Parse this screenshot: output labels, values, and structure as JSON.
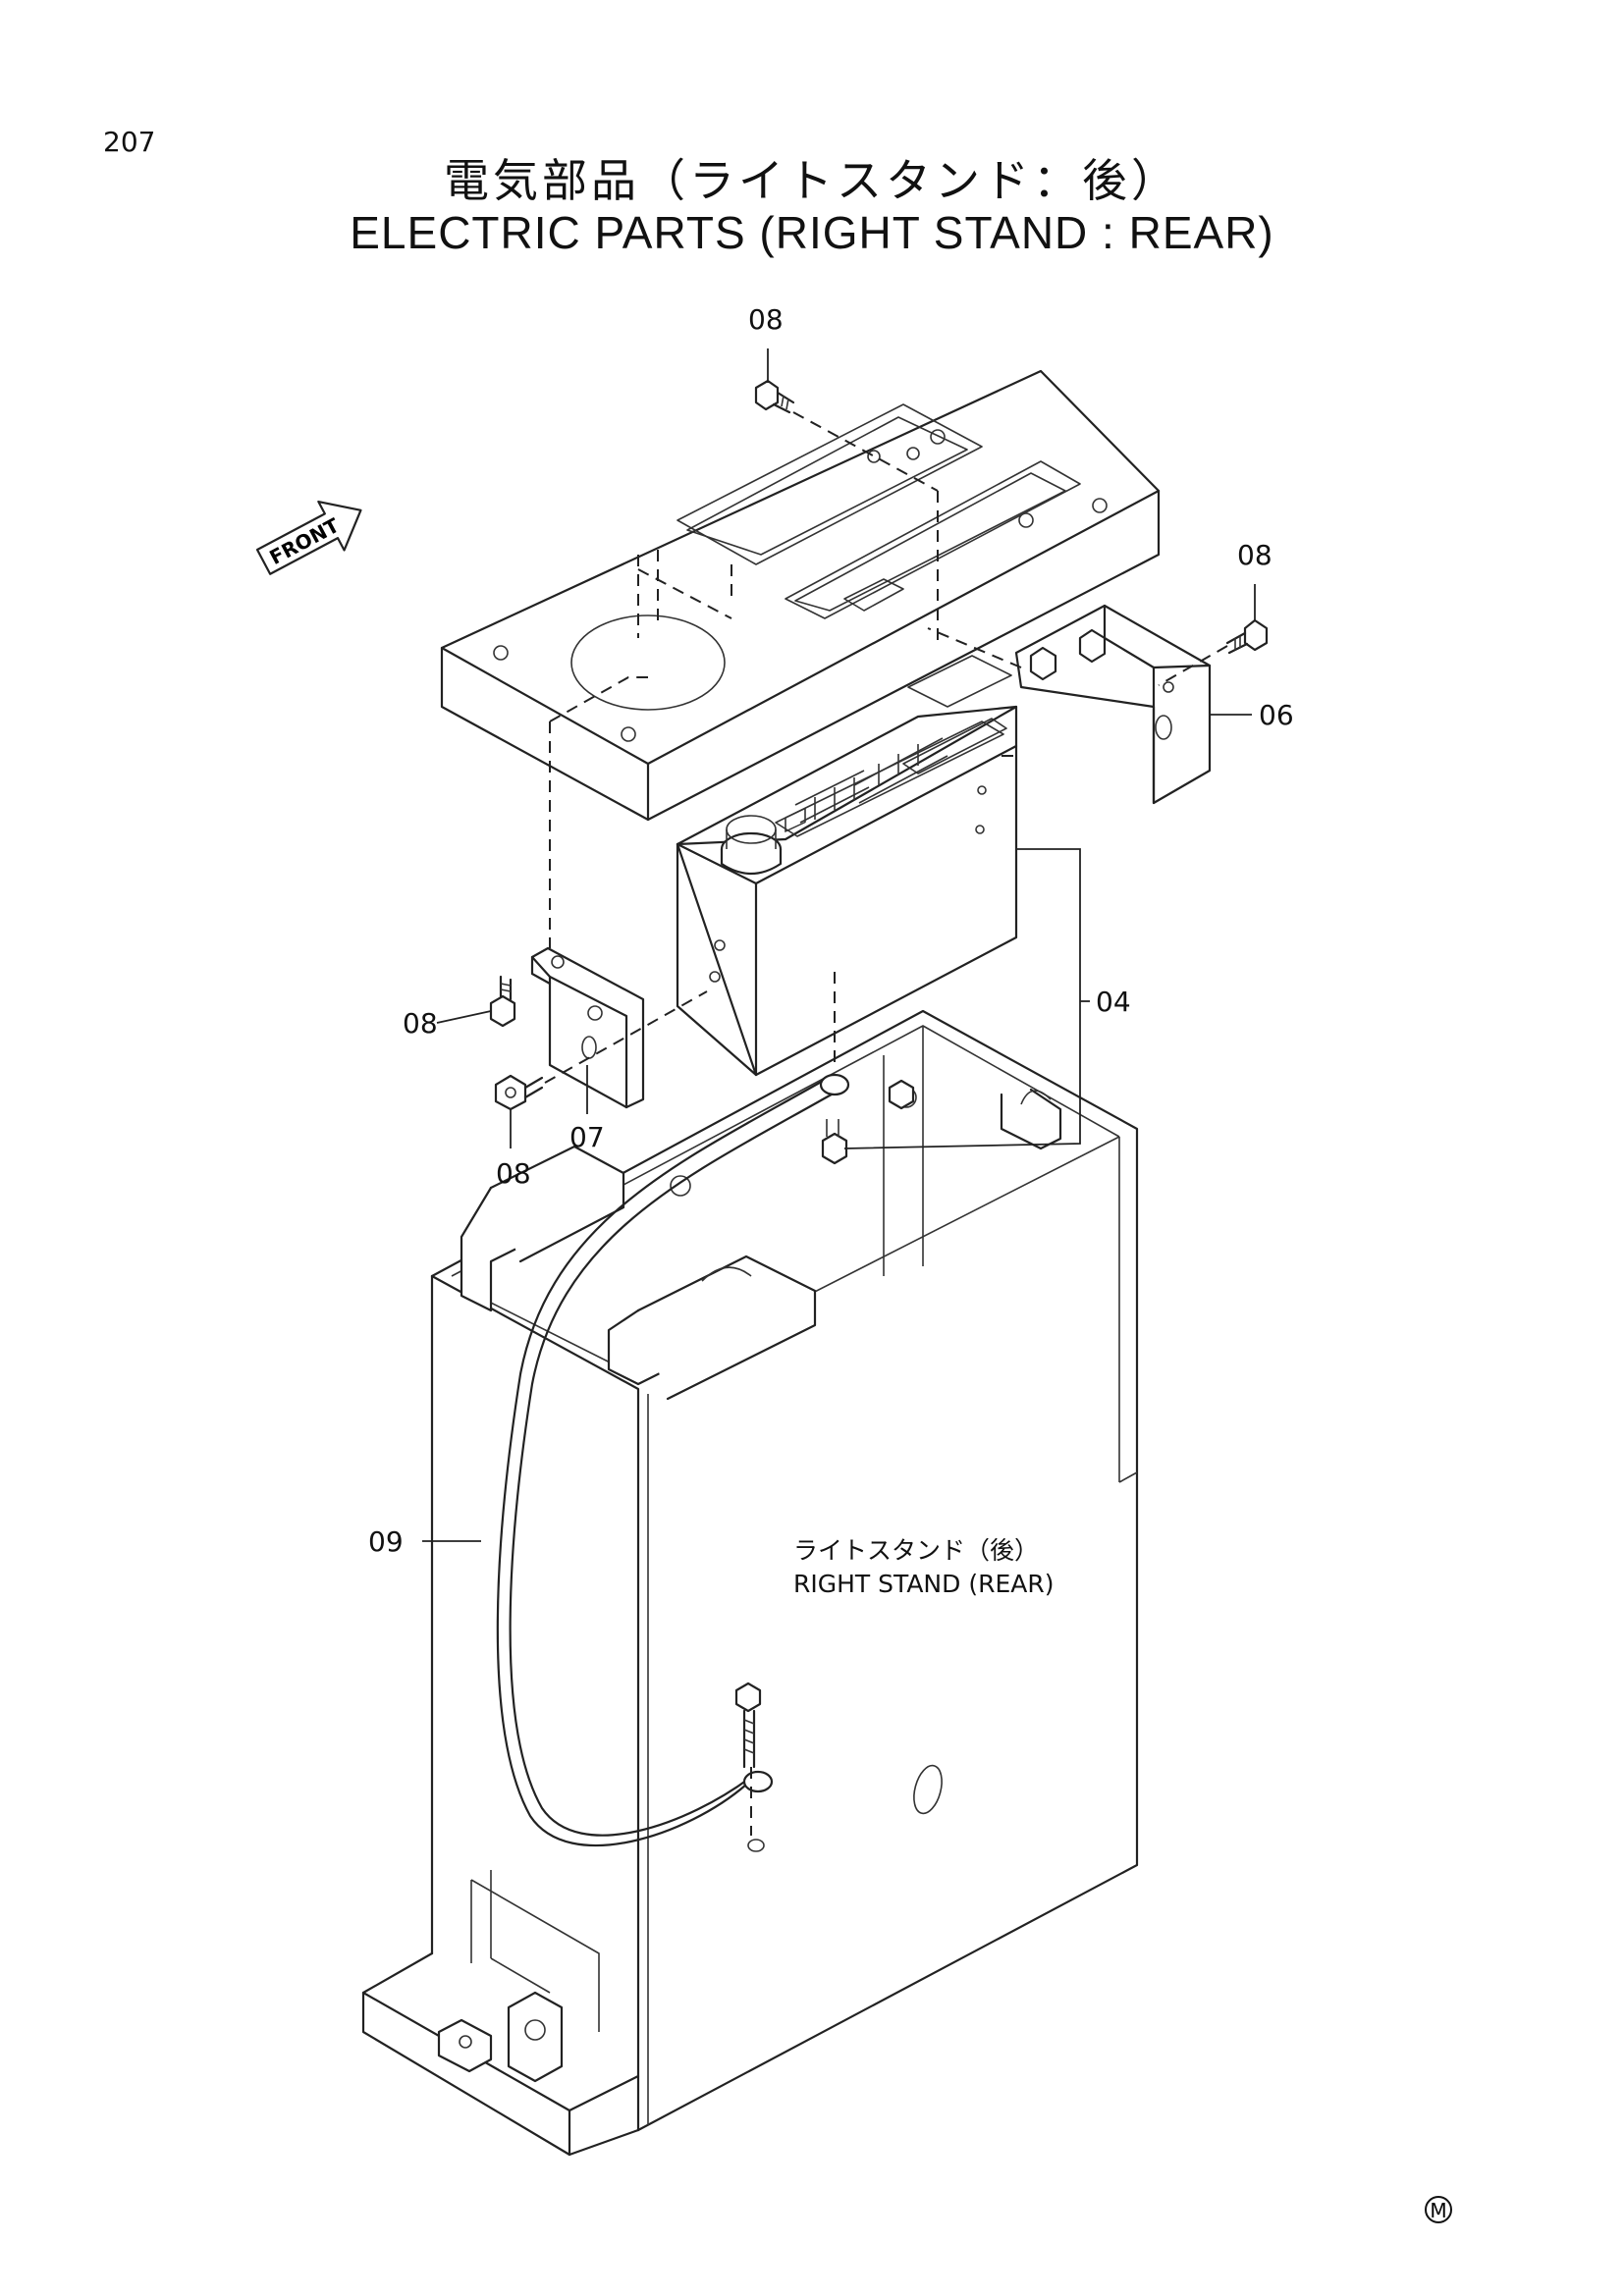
{
  "page_number": "207",
  "title": {
    "japanese": "電気部品（ライトスタンド：後）",
    "english": "ELECTRIC PARTS (RIGHT STAND : REAR)"
  },
  "front_label": "FRONT",
  "callouts": {
    "c08_top": "08",
    "c08_right": "08",
    "c06": "06",
    "c04": "04",
    "c08_left_upper": "08",
    "c08_left_lower": "08",
    "c07": "07",
    "c09": "09"
  },
  "stand_annotation": {
    "japanese": "ライトスタンド（後）",
    "english": "RIGHT STAND (REAR)"
  },
  "corner_mark": "M"
}
